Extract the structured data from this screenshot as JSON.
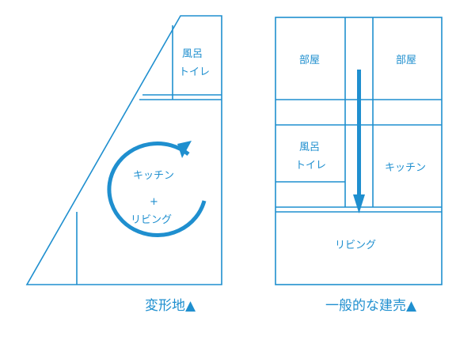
{
  "left_plan": {
    "bath_toilet_line1": "風呂",
    "bath_toilet_line2": "トイレ",
    "kitchen_line": "キッチン",
    "plus": "+",
    "living_line": "リビング",
    "caption": "変形地▲"
  },
  "right_plan": {
    "room_left": "部屋",
    "room_right": "部屋",
    "bath_toilet_line1": "風呂",
    "bath_toilet_line2": "トイレ",
    "kitchen": "キッチン",
    "living": "リビング",
    "caption": "一般的な建売▲"
  },
  "colors": {
    "line": "#1f8fcf",
    "accent": "#1f8fcf",
    "background": "#ffffff"
  }
}
